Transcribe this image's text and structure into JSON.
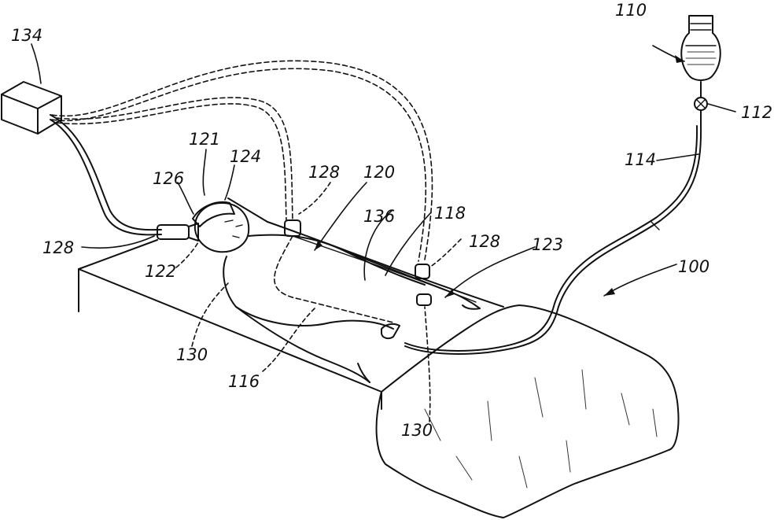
{
  "labels": {
    "l100": "100",
    "l110": "110",
    "l112": "112",
    "l114": "114",
    "l116": "116",
    "l118": "118",
    "l120": "120",
    "l121": "121",
    "l122": "122",
    "l123": "123",
    "l124": "124",
    "l126": "126",
    "l128a": "128",
    "l128b": "128",
    "l128c": "128",
    "l130a": "130",
    "l130b": "130",
    "l134": "134",
    "l136": "136"
  }
}
